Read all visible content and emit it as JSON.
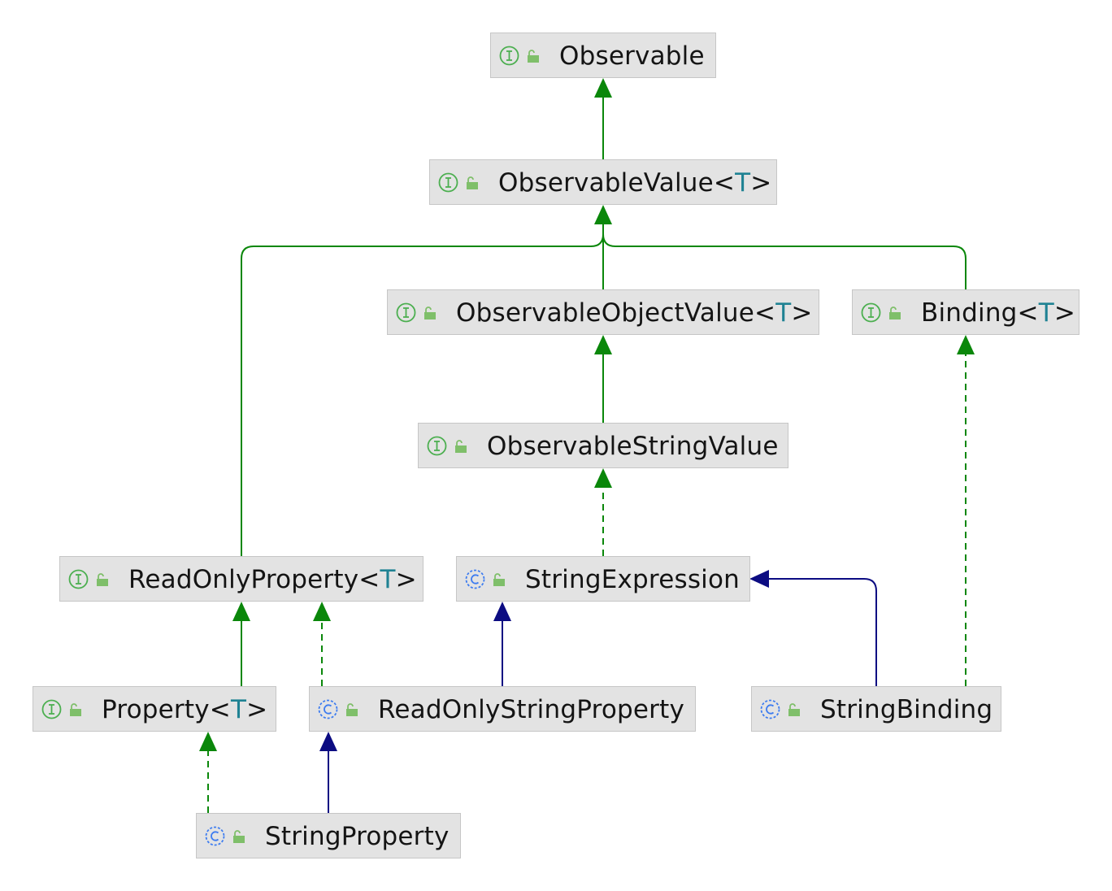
{
  "diagram": {
    "nodes": {
      "observable": {
        "kind": "interface",
        "name": "Observable",
        "type_param": ""
      },
      "observable_value": {
        "kind": "interface",
        "name": "ObservableValue",
        "type_param": "T"
      },
      "observable_object_value": {
        "kind": "interface",
        "name": "ObservableObjectValue",
        "type_param": "T"
      },
      "binding": {
        "kind": "interface",
        "name": "Binding",
        "type_param": "T"
      },
      "observable_string_value": {
        "kind": "interface",
        "name": "ObservableStringValue",
        "type_param": ""
      },
      "read_only_property": {
        "kind": "interface",
        "name": "ReadOnlyProperty",
        "type_param": "T"
      },
      "string_expression": {
        "kind": "class",
        "name": "StringExpression",
        "type_param": ""
      },
      "property": {
        "kind": "interface",
        "name": "Property",
        "type_param": "T"
      },
      "read_only_string_property": {
        "kind": "class",
        "name": "ReadOnlyStringProperty",
        "type_param": ""
      },
      "string_binding": {
        "kind": "class",
        "name": "StringBinding",
        "type_param": ""
      },
      "string_property": {
        "kind": "class",
        "name": "StringProperty",
        "type_param": ""
      }
    },
    "edges": [
      {
        "from": "observable_value",
        "to": "observable",
        "relation": "extends",
        "style": "solid",
        "color": "#0a870a"
      },
      {
        "from": "observable_object_value",
        "to": "observable_value",
        "relation": "extends",
        "style": "solid",
        "color": "#0a870a"
      },
      {
        "from": "read_only_property",
        "to": "observable_value",
        "relation": "extends",
        "style": "solid",
        "color": "#0a870a"
      },
      {
        "from": "binding",
        "to": "observable_value",
        "relation": "extends",
        "style": "solid",
        "color": "#0a870a"
      },
      {
        "from": "observable_string_value",
        "to": "observable_object_value",
        "relation": "extends",
        "style": "solid",
        "color": "#0a870a"
      },
      {
        "from": "string_binding",
        "to": "binding",
        "relation": "implements",
        "style": "dashed",
        "color": "#0a870a"
      },
      {
        "from": "string_expression",
        "to": "observable_string_value",
        "relation": "implements",
        "style": "dashed",
        "color": "#0a870a"
      },
      {
        "from": "property",
        "to": "read_only_property",
        "relation": "extends",
        "style": "solid",
        "color": "#0a870a"
      },
      {
        "from": "read_only_string_property",
        "to": "read_only_property",
        "relation": "implements",
        "style": "dashed",
        "color": "#0a870a"
      },
      {
        "from": "read_only_string_property",
        "to": "string_expression",
        "relation": "extends",
        "style": "solid",
        "color": "#0c0c82"
      },
      {
        "from": "string_binding",
        "to": "string_expression",
        "relation": "extends",
        "style": "solid",
        "color": "#0c0c82"
      },
      {
        "from": "string_property",
        "to": "property",
        "relation": "implements",
        "style": "dashed",
        "color": "#0a870a"
      },
      {
        "from": "string_property",
        "to": "read_only_string_property",
        "relation": "extends",
        "style": "solid",
        "color": "#0c0c82"
      }
    ],
    "colors": {
      "interface_icon": "#4caf50",
      "class_icon": "#3d7cf0",
      "lock_icon": "#7fbf6a",
      "node_fill": "#e3e3e3",
      "type_param": "#1f8293"
    }
  }
}
